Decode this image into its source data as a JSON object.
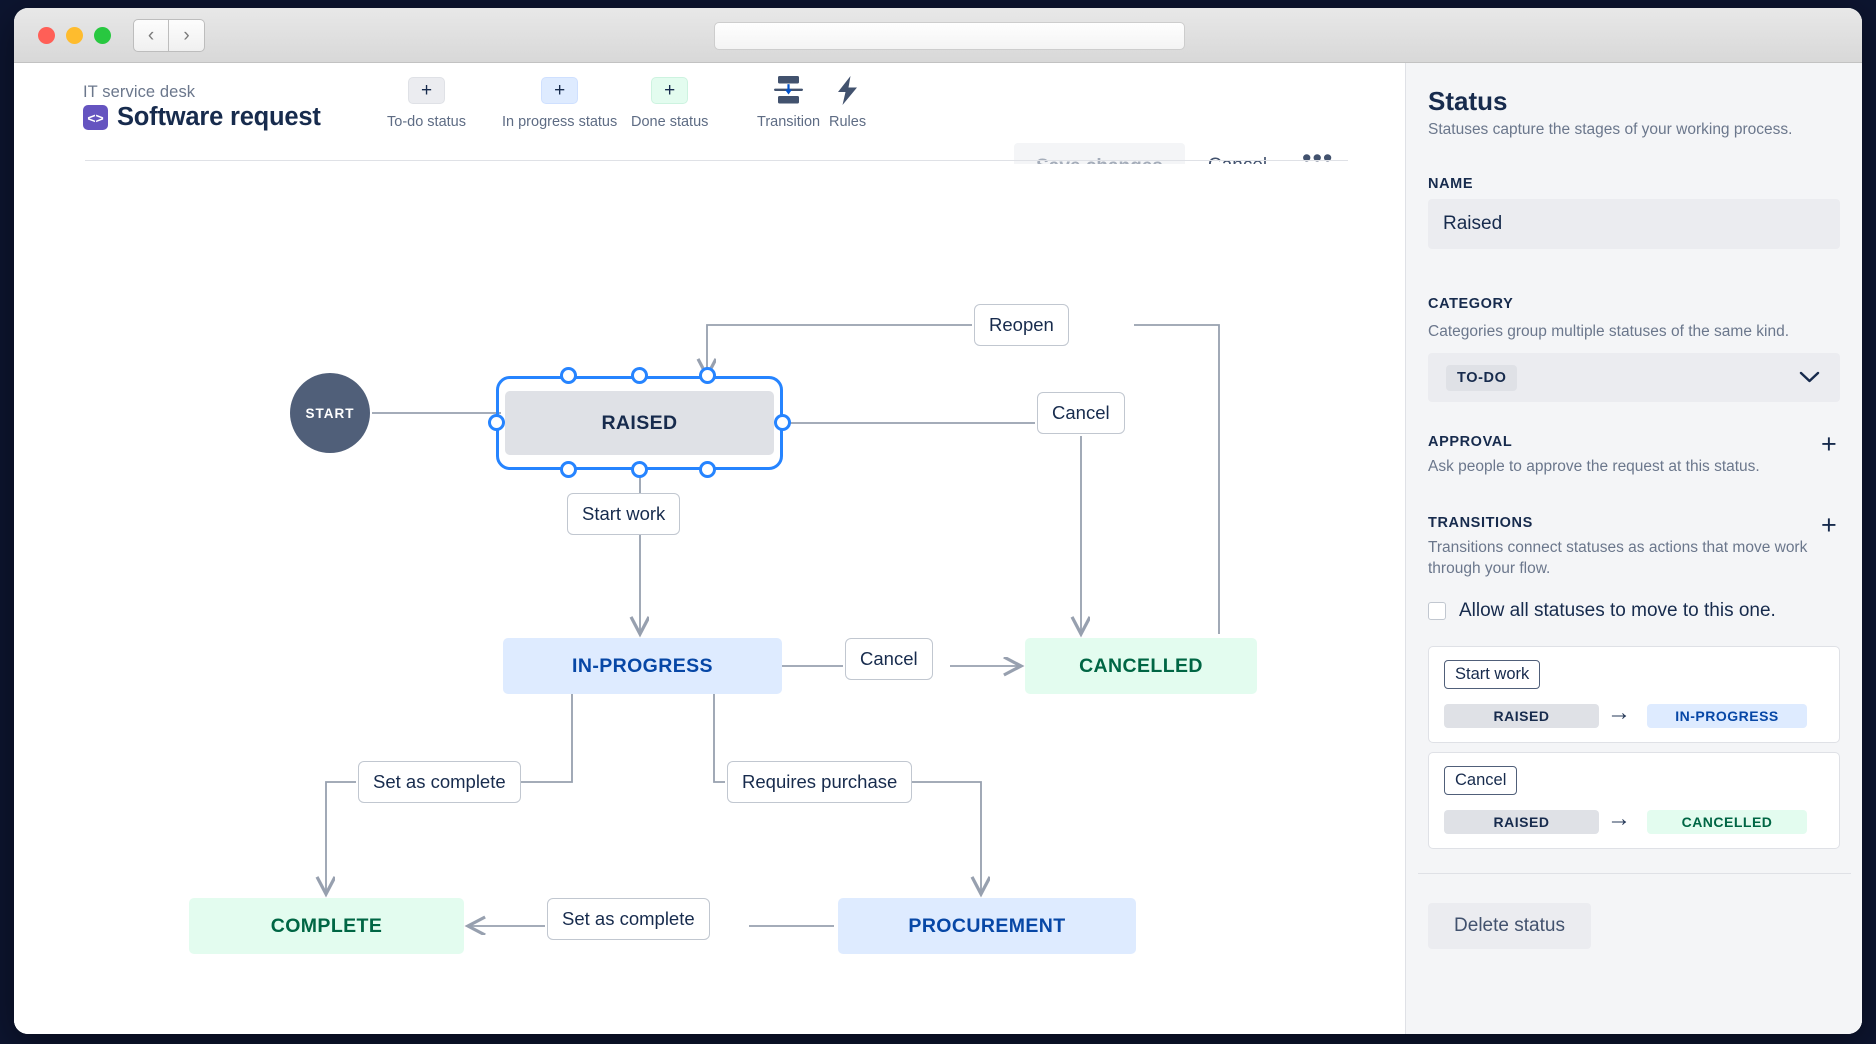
{
  "window": {
    "traffic_lights": [
      "close",
      "minimize",
      "maximize"
    ],
    "back_glyph": "‹",
    "forward_glyph": "›",
    "url_value": ""
  },
  "header": {
    "breadcrumb": "IT service desk",
    "app_icon_glyph": "<>",
    "app_icon_color": "#6554c0",
    "title": "Software request",
    "tools": [
      {
        "id": "todo",
        "glyph": "+",
        "label": "To-do status",
        "bg": "#ebecf0"
      },
      {
        "id": "inprogress",
        "glyph": "+",
        "label": "In progress status",
        "bg": "#deebff"
      },
      {
        "id": "done",
        "glyph": "+",
        "label": "Done status",
        "bg": "#e3fcef"
      },
      {
        "id": "transition",
        "glyph": "transition-icon",
        "label": "Transition",
        "bg": "transparent"
      },
      {
        "id": "rules",
        "glyph": "lightning-icon",
        "label": "Rules",
        "bg": "transparent"
      }
    ],
    "save_label": "Save changes",
    "cancel_label": "Cancel",
    "more_label": "•••"
  },
  "diagram": {
    "start_label": "START",
    "nodes": [
      {
        "id": "raised",
        "label": "RAISED",
        "category": "to-do",
        "selected": true
      },
      {
        "id": "inprogress",
        "label": "IN-PROGRESS",
        "category": "in-progress",
        "selected": false
      },
      {
        "id": "cancelled",
        "label": "CANCELLED",
        "category": "done",
        "selected": false
      },
      {
        "id": "complete",
        "label": "COMPLETE",
        "category": "done",
        "selected": false
      },
      {
        "id": "procurement",
        "label": "PROCUREMENT",
        "category": "in-progress",
        "selected": false
      }
    ],
    "transitions": [
      {
        "id": "reopen",
        "label": "Reopen",
        "from": "CANCELLED",
        "to": "RAISED"
      },
      {
        "id": "cancel-top",
        "label": "Cancel",
        "from": "RAISED",
        "to": "CANCELLED"
      },
      {
        "id": "startwork",
        "label": "Start work",
        "from": "RAISED",
        "to": "IN-PROGRESS"
      },
      {
        "id": "cancel-mid",
        "label": "Cancel",
        "from": "IN-PROGRESS",
        "to": "CANCELLED"
      },
      {
        "id": "setcomp-1",
        "label": "Set as complete",
        "from": "IN-PROGRESS",
        "to": "COMPLETE"
      },
      {
        "id": "requires",
        "label": "Requires purchase",
        "from": "IN-PROGRESS",
        "to": "PROCUREMENT"
      },
      {
        "id": "setcomp-2",
        "label": "Set as complete",
        "from": "PROCUREMENT",
        "to": "COMPLETE"
      }
    ],
    "colors": {
      "todo_bg": "#dfe1e6",
      "progress_bg": "#deebff",
      "progress_text": "#0747a6",
      "done_bg": "#e3fcef",
      "done_text": "#006644",
      "selection": "#2684ff",
      "connector": "#97a0af",
      "start_bg": "#505f79"
    }
  },
  "panel": {
    "title": "Status",
    "subtitle": "Statuses capture the stages of your working process.",
    "name_label": "NAME",
    "name_value": "Raised",
    "category_label": "CATEGORY",
    "category_desc": "Categories group multiple statuses of the same kind.",
    "category_value": "TO-DO",
    "category_chevron": "⌄",
    "approval_label": "APPROVAL",
    "approval_desc": "Ask people to approve the request at this status.",
    "approval_add": "+",
    "transitions_label": "TRANSITIONS",
    "transitions_desc": "Transitions connect statuses as actions that move work through your flow.",
    "transitions_add": "+",
    "allow_all_label": "Allow all statuses to move to this one.",
    "allow_all_checked": false,
    "transition_cards": [
      {
        "name": "Start work",
        "from": "RAISED",
        "to": "IN-PROGRESS",
        "to_kind": "prog",
        "arrow": "→"
      },
      {
        "name": "Cancel",
        "from": "RAISED",
        "to": "CANCELLED",
        "to_kind": "done",
        "arrow": "→"
      }
    ],
    "delete_label": "Delete status"
  }
}
